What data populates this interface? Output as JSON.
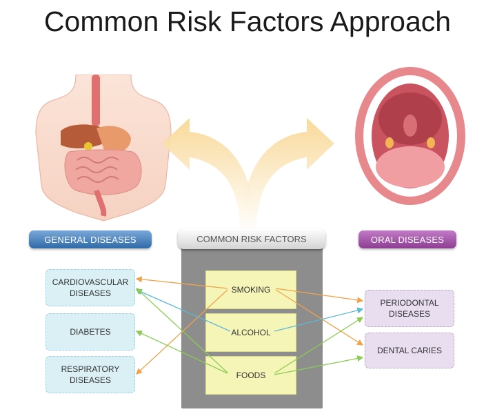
{
  "title": "Common Risk Factors Approach",
  "general_label": "GENERAL DISEASES",
  "oral_label": "ORAL DISEASES",
  "crf_label": "COMMON RISK FACTORS",
  "risk_factors": [
    "SMOKING",
    "ALCOHOL",
    "FOODS"
  ],
  "general_diseases": [
    "CARDIOVASCULAR\nDISEASES",
    "DIABETES",
    "RESPIRATORY\nDISEASES"
  ],
  "oral_diseases": [
    "PERIODONTAL\nDISEASES",
    "DENTAL CARIES"
  ],
  "colors": {
    "general_pill": "#2f6aa8",
    "oral_pill": "#8d3d92",
    "factor_box": "#f5f5b8",
    "general_box": "#daf0f4",
    "oral_box": "#e8def0",
    "smoking_arrow": "#f0a34a",
    "alcohol_arrow": "#5bb8d8",
    "foods_arrow": "#8ccc55"
  }
}
